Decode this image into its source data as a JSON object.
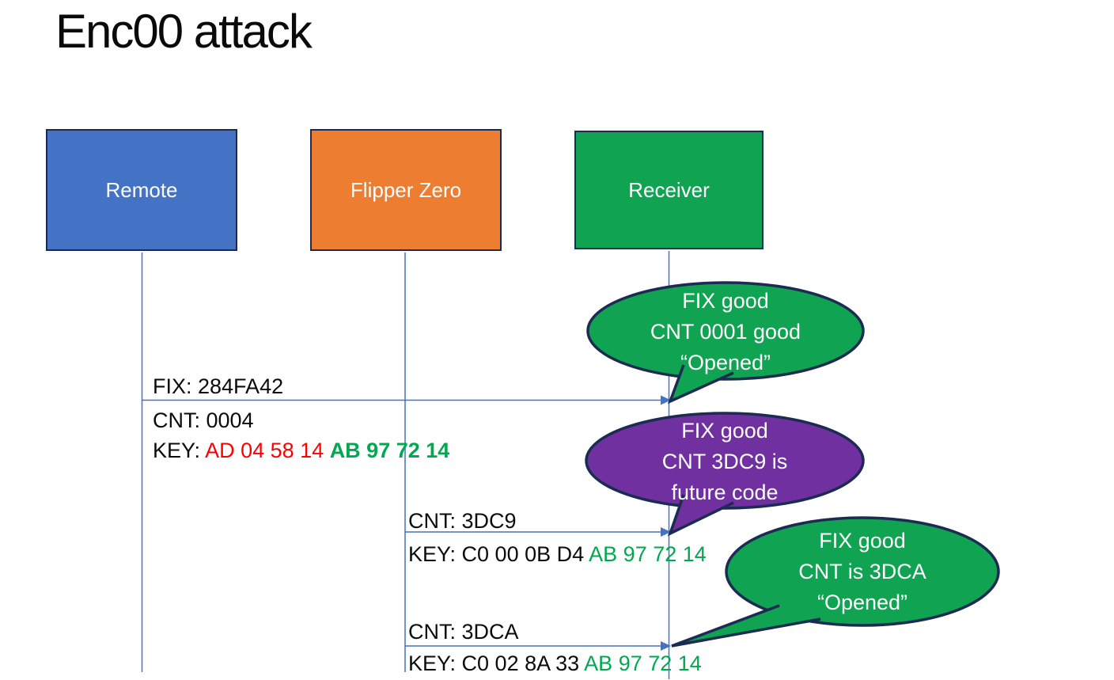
{
  "title": "Enc00 attack",
  "actors": [
    {
      "label": "Remote"
    },
    {
      "label": "Flipper Zero"
    },
    {
      "label": "Receiver"
    }
  ],
  "messages": [
    {
      "fix": "FIX: 284FA42",
      "cnt": "CNT: 0004",
      "key_prefix": "KEY: ",
      "key_red": "AD 04 58 14 ",
      "key_green": "AB 97 72 14"
    },
    {
      "cnt": "CNT: 3DC9",
      "key_prefix": "KEY: C0 00 0B D4 ",
      "key_green": "AB 97 72 14"
    },
    {
      "cnt": "CNT: 3DCA",
      "key_prefix": "KEY: C0 02 8A 33 ",
      "key_green": "AB 97 72 14"
    }
  ],
  "callouts": [
    {
      "line1": "FIX good",
      "line2": "CNT 0001 good",
      "line3": "“Opened”",
      "fill": "#10A351"
    },
    {
      "line1": "FIX good",
      "line2": "CNT 3DC9 is",
      "line3": "future code",
      "fill": "#7030A0"
    },
    {
      "line1": "FIX good",
      "line2": "CNT is 3DCA",
      "line3": "“Opened”",
      "fill": "#10A351"
    }
  ],
  "colors": {
    "remote_fill": "#4472C4",
    "flipper_fill": "#ED7D31",
    "receiver_fill": "#10A351",
    "callout_green": "#10A351",
    "callout_purple": "#7030A0",
    "shape_border": "#1C2B52",
    "connector_blue": "#4472C4",
    "key_red": "#FF0000",
    "key_green": "#00A94F",
    "text_black": "#0B0B0B",
    "text_white": "#FFFFFF"
  }
}
